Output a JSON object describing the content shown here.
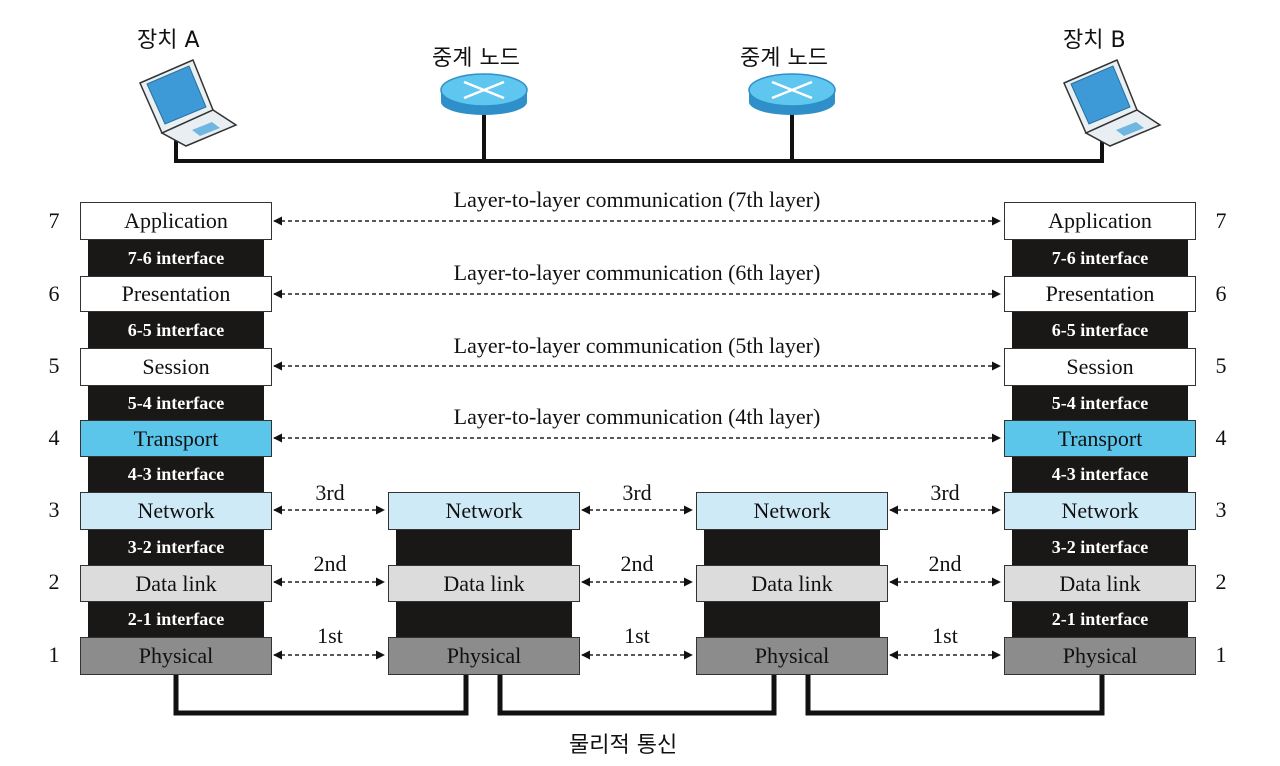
{
  "device_a": {
    "label": "장치 A"
  },
  "device_b": {
    "label": "장치 B"
  },
  "relay_nodes": [
    {
      "label": "중계 노드"
    },
    {
      "label": "중계 노드"
    }
  ],
  "layers": [
    {
      "number": "7",
      "name": "Application"
    },
    {
      "number": "6",
      "name": "Presentation"
    },
    {
      "number": "5",
      "name": "Session"
    },
    {
      "number": "4",
      "name": "Transport"
    },
    {
      "number": "3",
      "name": "Network"
    },
    {
      "number": "2",
      "name": "Data link"
    },
    {
      "number": "1",
      "name": "Physical"
    }
  ],
  "interfaces": [
    "7-6 interface",
    "6-5 interface",
    "5-4 interface",
    "4-3 interface",
    "3-2 interface",
    "2-1 interface"
  ],
  "layer_comm": [
    "Layer-to-layer communication (7th layer)",
    "Layer-to-layer communication (6th layer)",
    "Layer-to-layer communication (5th layer)",
    "Layer-to-layer communication (4th layer)"
  ],
  "hops": {
    "network": "3rd",
    "datalink": "2nd",
    "physical": "1st"
  },
  "relay_layers": {
    "network": "Network",
    "datalink": "Data link",
    "physical": "Physical"
  },
  "physical_comm": {
    "label": "물리적 통신"
  },
  "colors": {
    "application": "#ffffff",
    "transport": "#5bc5ea",
    "network": "#cfeaf7",
    "datalink": "#dcdcdc",
    "physical": "#8c8c8c",
    "interface": "#1a1717"
  },
  "icons": {
    "device": "laptop-icon",
    "relay": "router-icon"
  }
}
